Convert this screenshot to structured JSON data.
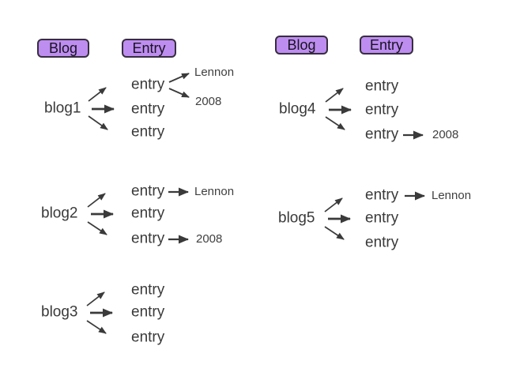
{
  "headers": {
    "blog": "Blog",
    "entry": "Entry"
  },
  "colors": {
    "background": "#ffffff",
    "box_fill": "#be8df0",
    "box_border": "#372e3f",
    "text": "#3a3a3a",
    "arrow": "#3a3a3a"
  },
  "diagram": {
    "blogs": [
      {
        "name": "blog1",
        "entries": [
          {
            "label": "entry",
            "targets": [
              "Lennon",
              "2008"
            ]
          },
          {
            "label": "entry",
            "targets": []
          },
          {
            "label": "entry",
            "targets": []
          }
        ]
      },
      {
        "name": "blog2",
        "entries": [
          {
            "label": "entry",
            "targets": [
              "Lennon"
            ]
          },
          {
            "label": "entry",
            "targets": []
          },
          {
            "label": "entry",
            "targets": [
              "2008"
            ]
          }
        ]
      },
      {
        "name": "blog3",
        "entries": [
          {
            "label": "entry",
            "targets": []
          },
          {
            "label": "entry",
            "targets": []
          },
          {
            "label": "entry",
            "targets": []
          }
        ]
      },
      {
        "name": "blog4",
        "entries": [
          {
            "label": "entry",
            "targets": []
          },
          {
            "label": "entry",
            "targets": []
          },
          {
            "label": "entry",
            "targets": [
              "2008"
            ]
          }
        ]
      },
      {
        "name": "blog5",
        "entries": [
          {
            "label": "entry",
            "targets": [
              "Lennon"
            ]
          },
          {
            "label": "entry",
            "targets": []
          },
          {
            "label": "entry",
            "targets": []
          }
        ]
      }
    ]
  }
}
